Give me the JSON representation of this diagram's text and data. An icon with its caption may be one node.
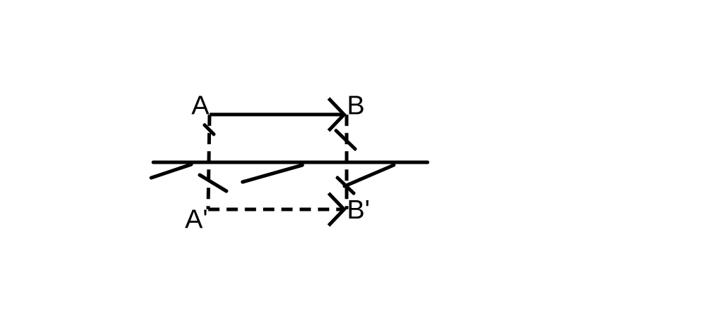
{
  "diagram": {
    "nodes": [
      {
        "text": [
          "A"
        ]
      },
      {
        "text": [
          "B"
        ]
      },
      {
        "text": [
          "A'"
        ]
      },
      {
        "text": [
          "B'"
        ]
      }
    ],
    "edges": [
      {
        "from": 0,
        "to": 1,
        "arrow": "to"
      },
      {
        "from": 2,
        "to": 3,
        "arrow": "to",
        "style": "dashed"
      },
      {
        "from": 0,
        "to": 2,
        "arrow": "none",
        "style": "dashed"
      },
      {
        "from": 1,
        "to": 3,
        "arrow": "none",
        "style": "dashed"
      }
    ]
  }
}
